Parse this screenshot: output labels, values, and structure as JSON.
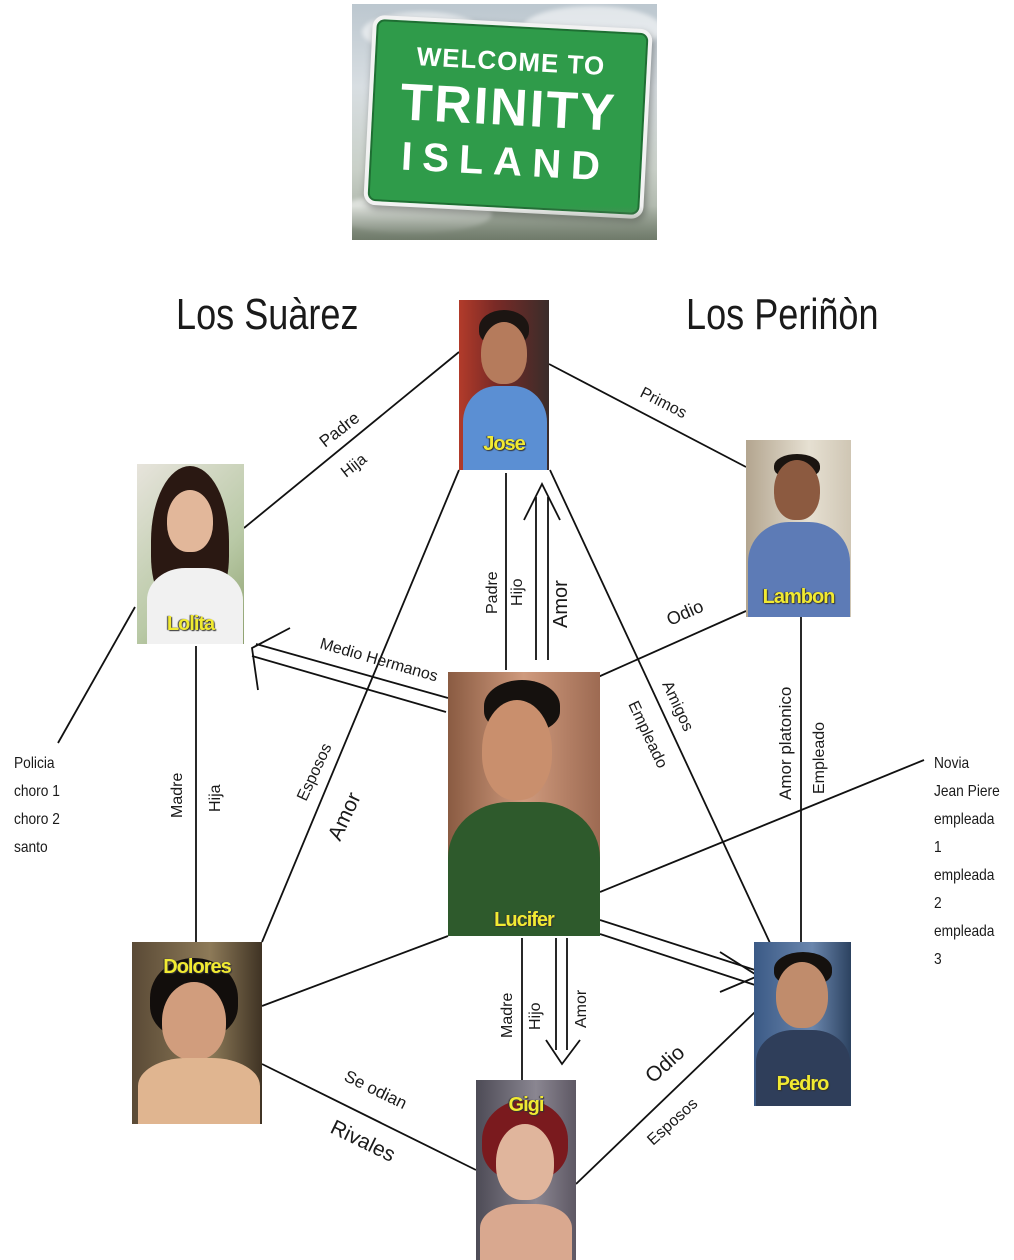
{
  "sign": {
    "line1": "WELCOME TO",
    "line2": "TRINITY",
    "line3": "ISLAND"
  },
  "families": {
    "left": "Los Suàrez",
    "right": "Los Periñòn"
  },
  "characters": {
    "jose": "Jose",
    "lolita": "Lolita",
    "lambon": "Lambon",
    "lucifer": "Lucifer",
    "dolores": "Dolores",
    "gigi": "Gigi",
    "pedro": "Pedro"
  },
  "relations": {
    "padre": "Padre",
    "hija": "Hija",
    "primos": "Primos",
    "padre_hijo_padre": "Padre",
    "padre_hijo_hijo": "Hijo",
    "amor_jose_lucifer": "Amor",
    "odio_lambon": "Odio",
    "medio_hermanos": "Medio Hermanos",
    "amigos": "Amigos",
    "empleado_jose": "Empleado",
    "amor_platonico": "Amor platonico",
    "empleado_lambon": "Empleado",
    "madre_lolita": "Madre",
    "hija_lolita": "Hija",
    "esposos_dolores": "Esposos",
    "amor_dolores": "Amor",
    "madre_gigi": "Madre",
    "hijo_gigi": "Hijo",
    "amor_gigi": "Amor",
    "se_odian": "Se odian",
    "rivales": "Rivales",
    "odio_pedro": "Odio",
    "esposos_pedro": "Esposos"
  },
  "left_list": [
    "Policia",
    "choro 1",
    "choro 2",
    "santo"
  ],
  "right_list": [
    "Novia",
    "Jean Piere",
    "empleada 1",
    "empleada 2",
    "empleada 3"
  ],
  "colors": {
    "name_label": "#f1ea32",
    "sign_green": "#2f9b4a",
    "line": "#111111"
  }
}
